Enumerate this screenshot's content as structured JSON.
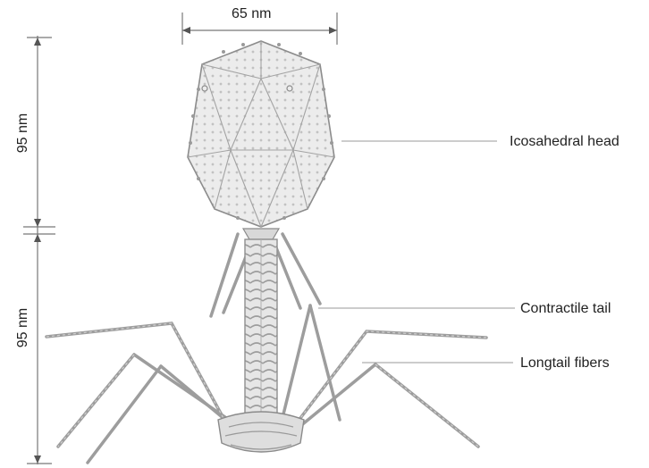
{
  "diagram": {
    "width_label": "65 nm",
    "head_height_label": "95 nm",
    "tail_height_label": "95 nm"
  },
  "callouts": {
    "head": "Icosahedral head",
    "tail": "Contractile tail",
    "fibers": "Longtail fibers"
  },
  "colors": {
    "line": "#8a8a8a",
    "structure": "#b5b5b5",
    "text": "#222222"
  }
}
